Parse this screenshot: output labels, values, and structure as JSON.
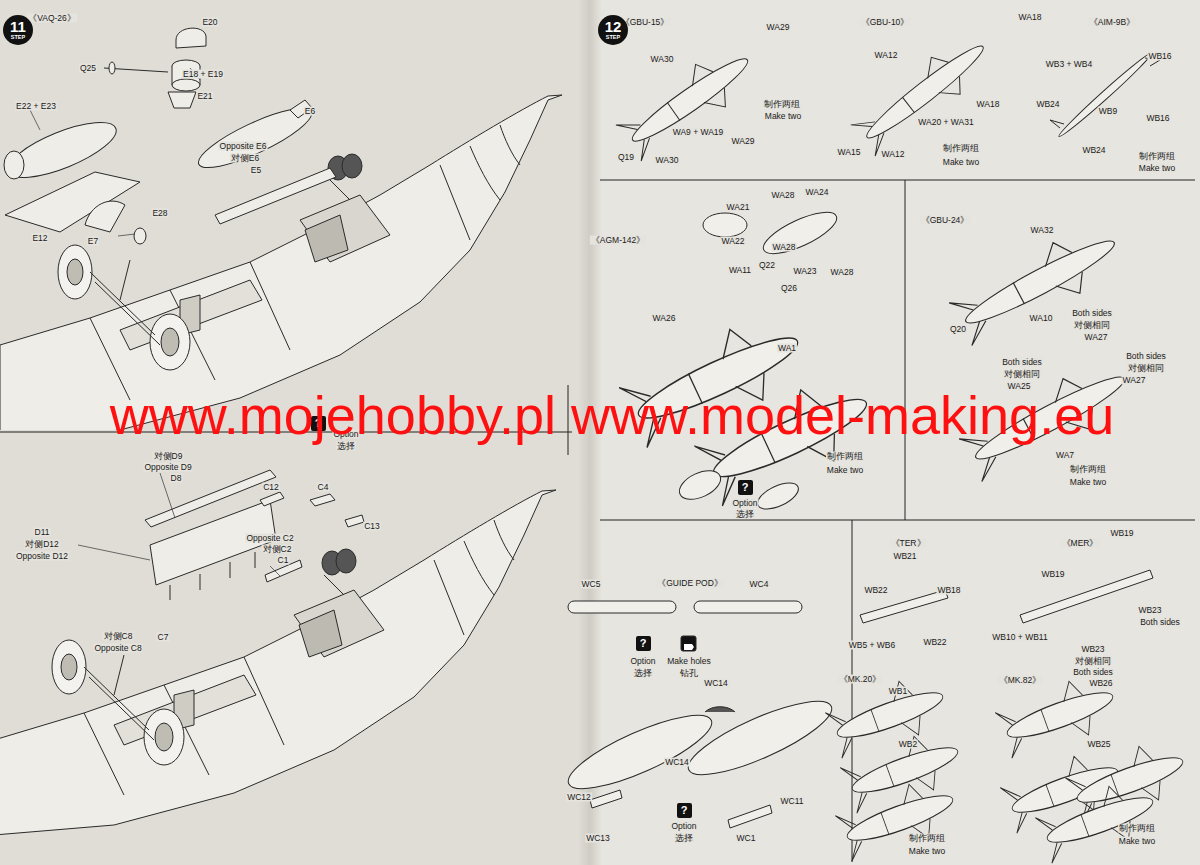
{
  "diagram": {
    "nodes": [
      {
        "text": [
          "11",
          "STEP"
        ]
      },
      {
        "text": [
          "12",
          "STEP"
        ]
      },
      {
        "text": [
          "?"
        ]
      },
      {
        "text": [
          "?"
        ]
      },
      {
        "text": [
          "?"
        ]
      },
      {
        "text": [
          "?"
        ]
      }
    ],
    "labels": [
      "《VAQ-26》",
      "E20",
      "Q25",
      "E18 + E19",
      "E21",
      "E22 + E23",
      "E6",
      "Opposite E6",
      "对侧E6",
      "E5",
      "E28",
      "E12",
      "E7",
      "Option",
      "选择",
      "对侧D9",
      "Opposite D9",
      "D8",
      "C12",
      "C4",
      "C13",
      "Opposite C2",
      "对侧C2",
      "C1",
      "D11",
      "对侧D12",
      "Opposite D12",
      "对侧C8",
      "Opposite C8",
      "C7",
      "www.mojehobby.pl www.model-making.eu",
      "《GBU-15》",
      "WA29",
      "WA30",
      "制作两组",
      "Make two",
      "WA9 + WA19",
      "WA29",
      "Q19",
      "WA30",
      "《GBU-10》",
      "WA18",
      "WA12",
      "WA18",
      "WA20 + WA31",
      "WA15",
      "WA12",
      "制作两组",
      "Make two",
      "《AIM-9B》",
      "WB3 + WB4",
      "WB16",
      "WB24",
      "WB9",
      "WB16",
      "WB24",
      "制作两组",
      "Make two",
      "《AGM-142》",
      "WA21",
      "WA28",
      "WA24",
      "WA22",
      "WA28",
      "Q22",
      "WA23",
      "WA28",
      "WA11",
      "Q26",
      "WA26",
      "WA1",
      "制作两组",
      "Make two",
      "Option",
      "选择",
      "《GBU-24》",
      "WA32",
      "Q20",
      "WA10",
      "Both sides",
      "对侧相同",
      "WA27",
      "Both sides",
      "对侧相同",
      "WA25",
      "Both sides",
      "对侧相同",
      "WA27",
      "WA7",
      "制作两组",
      "Make two",
      "WC5",
      "《GUIDE POD》",
      "WC4",
      "Option",
      "选择",
      "Make holes",
      "钻孔",
      "WC14",
      "WC14",
      "WC12",
      "WC13",
      "WC11",
      "WC1",
      "Option",
      "选择",
      "《TER》",
      "WB21",
      "WB18",
      "WB22",
      "WB5 + WB6",
      "WB22",
      "《MER》",
      "WB19",
      "WB19",
      "WB23",
      "Both sides",
      "WB10 + WB11",
      "WB23",
      "对侧相同",
      "Both sides",
      "《MK.20》",
      "WB1",
      "WB2",
      "《MK.82》",
      "WB26",
      "WB25",
      "制作两组",
      "Make two",
      "制作两组",
      "Make two"
    ]
  }
}
